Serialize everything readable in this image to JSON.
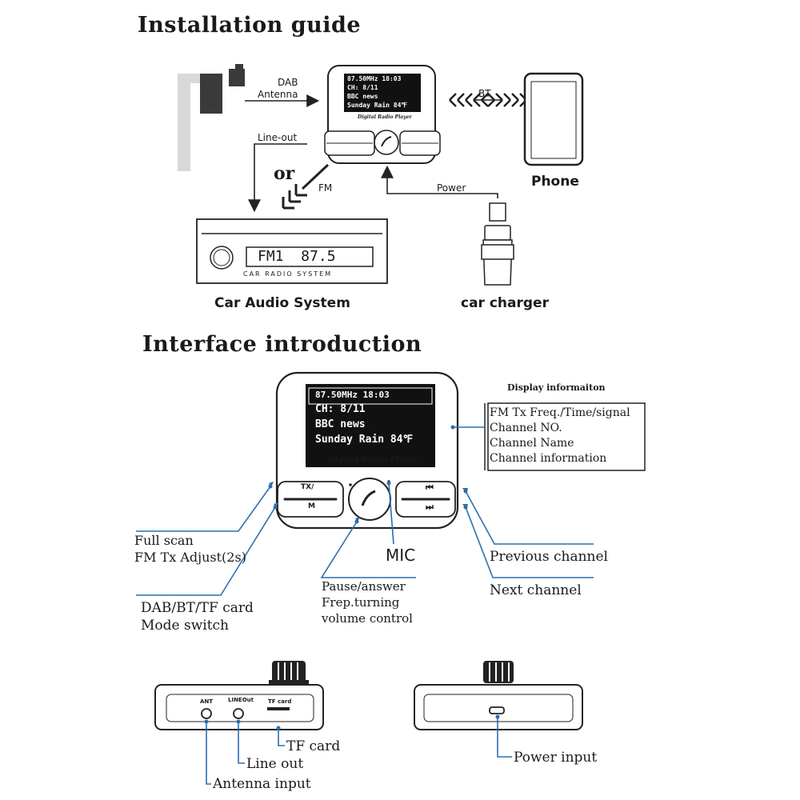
{
  "install": {
    "title": "Installation guide",
    "dab_antenna": "DAB\nAntenna",
    "bt": "BT",
    "line_out": "Line-out",
    "or": "or",
    "fm": "FM",
    "power": "Power",
    "phone": "Phone",
    "car_audio": "Car Audio System",
    "car_charger": "car charger",
    "radio_display": "FM1  87.5",
    "radio_caption": "CAR RADIO SYSTEM",
    "device_small": {
      "line1": "87.50MHz 18:03",
      "line2": "CH: 8/11",
      "line3": "BBC news",
      "line4": "Sunday Rain 84℉",
      "brand": "Digital Radio Player"
    }
  },
  "interface": {
    "title": "Interface introduction",
    "device": {
      "line1": "87.50MHz  18:03",
      "line2": "CH: 8/11",
      "line3": "BBC news",
      "line4": "Sunday Rain 84℉",
      "brand": "Digital Radio Player",
      "btn_tx": "TX/",
      "btn_m": "M"
    },
    "display_info_title": "Display informaiton",
    "display_info": [
      "FM Tx Freq./Time/signal",
      "Channel NO.",
      "Channel Name",
      "Channel information"
    ],
    "full_scan": "Full scan",
    "fm_tx_adjust": "FM Tx Adjust(2s)",
    "mic": "MIC",
    "previous_channel": "Previous channel",
    "next_channel": "Next channel",
    "pause_answer": "Pause/answer",
    "freq_turning": "Frep.turning",
    "volume_control": "volume control",
    "dab_bt_tf": "DAB/BT/TF card",
    "mode_switch": "Mode switch"
  },
  "ports": {
    "ant_port": "ANT",
    "linein_port": "LINEOut",
    "tf_port": "TF card",
    "tf_card": "TF card",
    "line_out": "Line out",
    "antenna_input": "Antenna input",
    "power_input": "Power input"
  }
}
